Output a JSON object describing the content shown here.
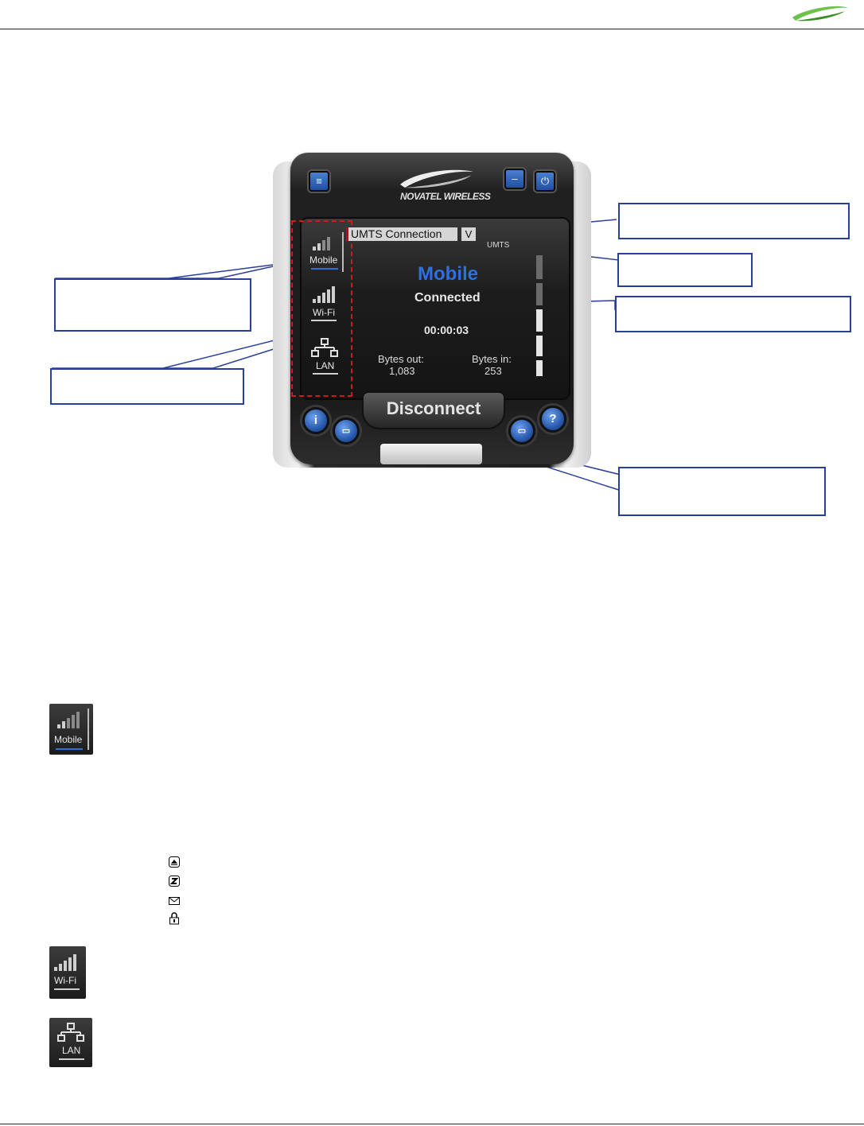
{
  "page": {
    "logo_name": "novatel-swoosh-logo"
  },
  "device": {
    "brand": "NOVATEL WIRELESS",
    "connection_profile": "UMTS Connection",
    "dropdown_glyph": "V",
    "network_type": "UMTS",
    "connection_mode": "Mobile",
    "status": "Connected",
    "timer": "00:00:03",
    "bytes_out_label": "Bytes out:",
    "bytes_out_value": "1,083",
    "bytes_in_label": "Bytes in:",
    "bytes_in_value": "253",
    "disconnect_label": "Disconnect",
    "signal_level": 0.6,
    "tabs": [
      {
        "label": "Mobile",
        "icon": "signal-bars-icon",
        "selected": true
      },
      {
        "label": "Wi-Fi",
        "icon": "signal-bars-icon",
        "selected": false
      },
      {
        "label": "LAN",
        "icon": "network-icon",
        "selected": false
      }
    ],
    "hw_buttons": {
      "menu": "menu-icon",
      "minimize": "minimize-icon",
      "power": "power-icon",
      "info": "info-icon",
      "messages": "message-icon",
      "sms": "sms-icon",
      "help": "help-icon"
    }
  },
  "legend_icons": [
    {
      "icon": "roaming-icon",
      "glyph": "⏏"
    },
    {
      "icon": "sleep-icon",
      "glyph": "Z"
    },
    {
      "icon": "envelope-icon",
      "glyph": "✉"
    },
    {
      "icon": "lock-icon",
      "glyph": "🔒"
    }
  ],
  "bottom_tiles": [
    {
      "label": "Mobile"
    },
    {
      "label": "Wi-Fi"
    },
    {
      "label": "LAN"
    }
  ],
  "colors": {
    "callout_border": "#2a3f9a",
    "accent_blue": "#2f6fe0",
    "dashed_red": "#d21a1a",
    "logo_green": "#5bb82e"
  }
}
